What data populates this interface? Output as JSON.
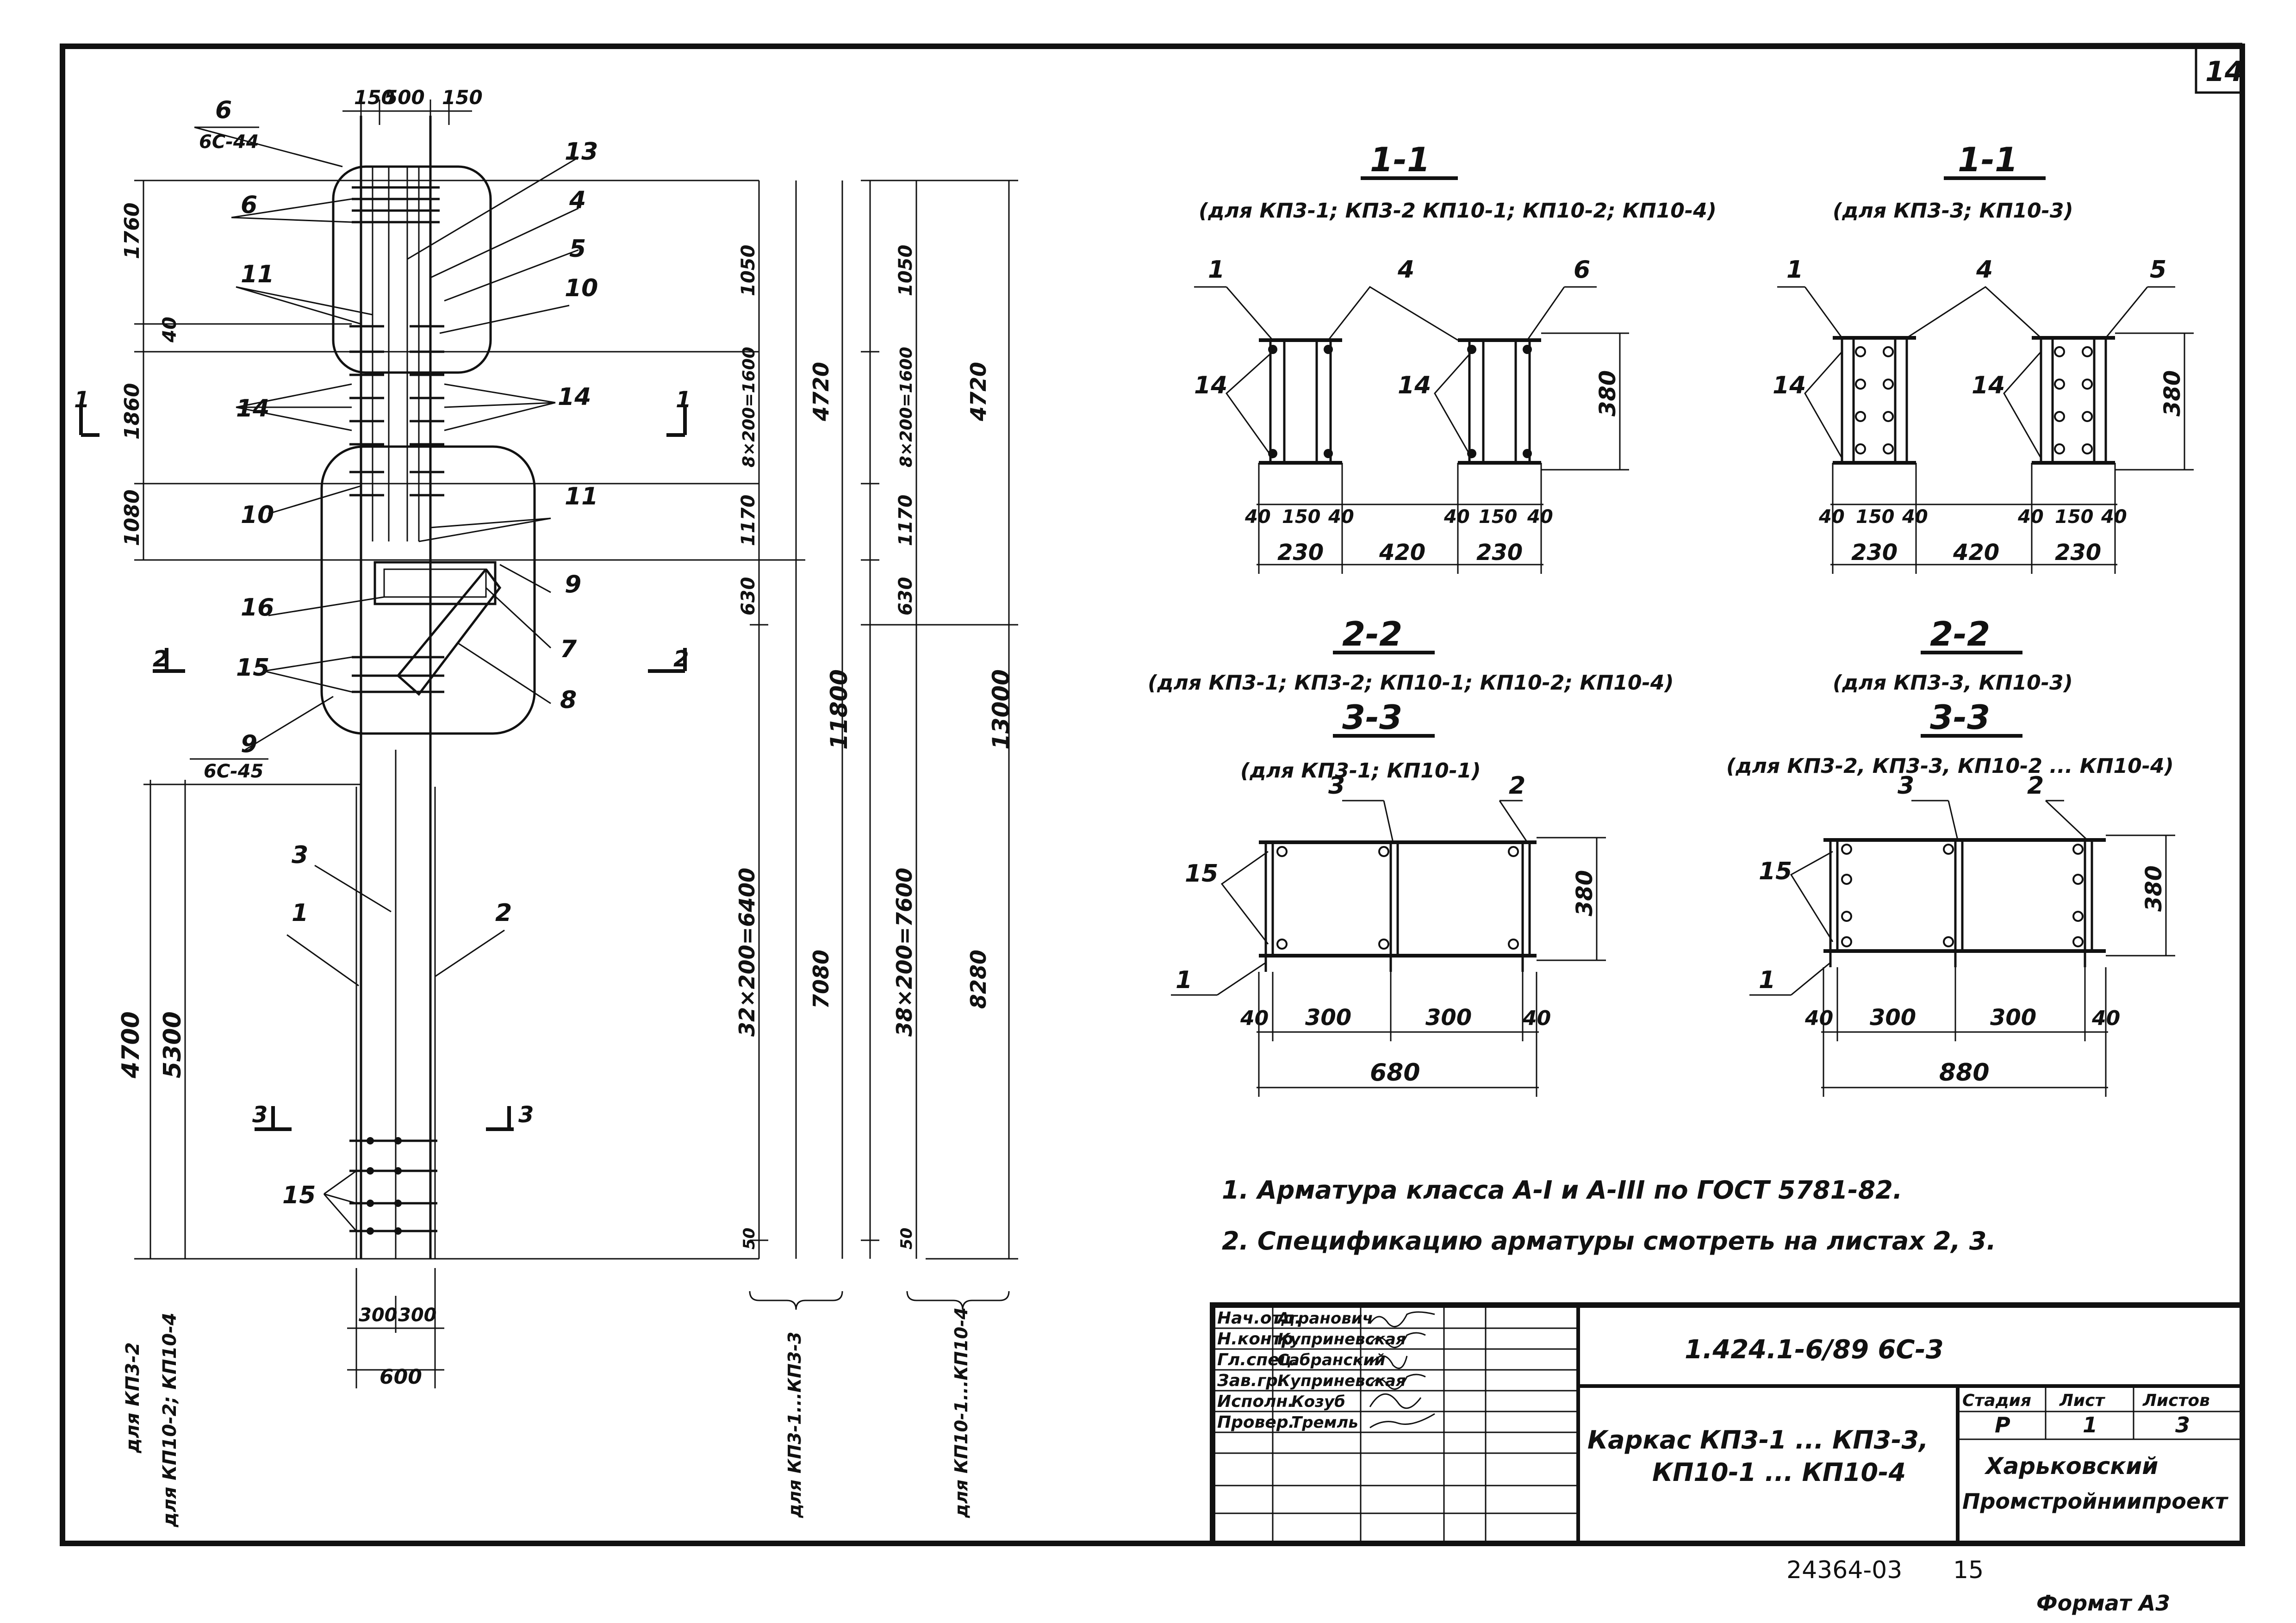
{
  "sheet": {
    "sheet_no": "14",
    "footer_code": "24364-03",
    "footer_page": "15",
    "format_label": "Формат А3"
  },
  "elevation": {
    "top_dims": [
      "150",
      "500",
      "150"
    ],
    "left_dims": [
      "1760",
      "40",
      "1860",
      "1080"
    ],
    "left_lower_dims": [
      "4700",
      "5300"
    ],
    "bottom_dims": [
      "300",
      "300",
      "600"
    ],
    "callout_labels": {
      "l6a": "6",
      "l6a_sub": "6С-44",
      "l6b": "6",
      "l11a": "11",
      "l14a": "14",
      "l10a": "10",
      "l16": "16",
      "l15a": "15",
      "l9": "9",
      "l9_sub": "6С-45",
      "l13": "13",
      "l4": "4",
      "l5": "5",
      "l10b": "10",
      "l14b": "14",
      "l11b": "11",
      "l9b": "9",
      "l7": "7",
      "l8": "8",
      "l3": "3",
      "l1": "1",
      "l2": "2",
      "l15b": "15"
    },
    "section_marks": [
      "1",
      "1",
      "2",
      "2",
      "3",
      "3"
    ],
    "vertical_notes": [
      "для КП3-2",
      "для КП10-2; КП10-4"
    ]
  },
  "dim_columns": {
    "col1": [
      "1050",
      "8×200=1600",
      "1170",
      "630",
      "32×200=6400",
      "50"
    ],
    "col2": [
      "4720",
      "7080"
    ],
    "col3": [
      "11800"
    ],
    "col4": [
      "1050",
      "8×200=1600",
      "1170",
      "630",
      "38×200=7600",
      "50"
    ],
    "col5": [
      "4720",
      "8280"
    ],
    "col6": [
      "13000"
    ],
    "brace_labels": [
      "для КП3-1...КП3-3",
      "для КП10-1...КП10-4"
    ]
  },
  "sections": {
    "s11a": {
      "title": "1-1",
      "subtitle": "(для КП3-1; КП3-2 КП10-1; КП10-2; КП10-4)",
      "labels": [
        "1",
        "4",
        "6",
        "14",
        "14"
      ],
      "height": "380",
      "small_dims": [
        "40",
        "150",
        "40",
        "40",
        "150",
        "40"
      ],
      "dims": [
        "230",
        "420",
        "230"
      ]
    },
    "s11b": {
      "title": "1-1",
      "subtitle": "(для КП3-3; КП10-3)",
      "labels": [
        "1",
        "4",
        "5",
        "14",
        "14"
      ],
      "height": "380",
      "small_dims": [
        "40",
        "150",
        "40",
        "40",
        "150",
        "40"
      ],
      "dims": [
        "230",
        "420",
        "230"
      ]
    },
    "s22a": {
      "title": "2-2",
      "subtitle": "(для КП3-1; КП3-2; КП10-1; КП10-2; КП10-4)"
    },
    "s22b": {
      "title": "2-2",
      "subtitle": "(для КП3-3, КП10-3)"
    },
    "s33a": {
      "title": "3-3",
      "subtitle": "(для КП3-1; КП10-1)",
      "labels": [
        "3",
        "2",
        "15",
        "1"
      ],
      "height": "380",
      "dims": [
        "40",
        "300",
        "300",
        "40"
      ],
      "total": "680"
    },
    "s33b": {
      "title": "3-3",
      "subtitle": "(для КП3-2, КП3-3, КП10-2 ... КП10-4)",
      "labels": [
        "3",
        "2",
        "15",
        "1"
      ],
      "height": "380",
      "dims": [
        "40",
        "300",
        "300",
        "40"
      ],
      "total": "880"
    }
  },
  "notes": [
    "1. Арматура класса А-I и А-III по ГОСТ 5781-82.",
    "2. Спецификацию арматуры смотреть на листах 2, 3."
  ],
  "title_block": {
    "roles": [
      "Нач.отд.",
      "Н.контр.",
      "Гл.спец.",
      "Зав.гр.",
      "Исполн.",
      "Провер."
    ],
    "names": [
      "Агранович",
      "Куприневская",
      "Сабранский",
      "Куприневская",
      "Козуб",
      "Тремль"
    ],
    "code": "1.424.1-6/89   6С-3",
    "title_line1": "Каркас  КП3-1 ... КП3-3,",
    "title_line2": "КП10-1 ... КП10-4",
    "stage_header": "Стадия",
    "sheet_header": "Лист",
    "sheets_header": "Листов",
    "stage": "Р",
    "sheet": "1",
    "sheets": "3",
    "org_line1": "Харьковский",
    "org_line2": "Промстройниипроект"
  }
}
